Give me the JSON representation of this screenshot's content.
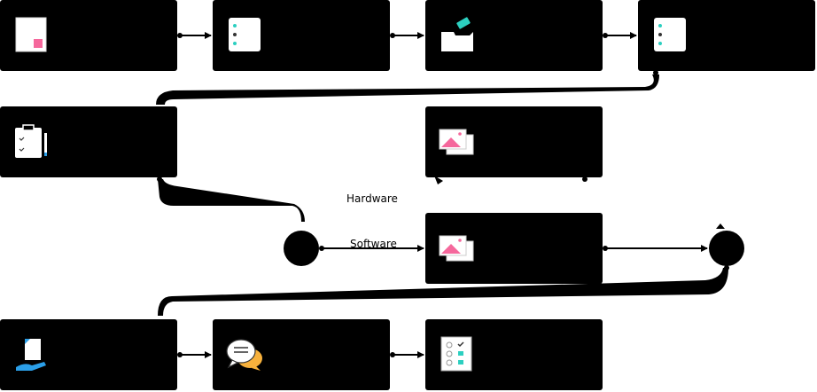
{
  "branch_labels": {
    "hardware": "Hardware",
    "software": "Software"
  },
  "colors": {
    "node_fill": "#000000",
    "accent_pink": "#f5689c",
    "accent_teal": "#2ccfc0",
    "accent_blue": "#2b9fe8",
    "accent_orange": "#f7b13c"
  },
  "nodes": [
    {
      "id": "n1",
      "icon": "document-icon"
    },
    {
      "id": "n2",
      "icon": "list-icon"
    },
    {
      "id": "n3",
      "icon": "ballot-box-icon"
    },
    {
      "id": "n4",
      "icon": "list-icon"
    },
    {
      "id": "n5",
      "icon": "clipboard-checklist-icon"
    },
    {
      "id": "n6",
      "icon": "image-icon"
    },
    {
      "id": "n7",
      "icon": "image-icon"
    },
    {
      "id": "n8",
      "icon": "hand-document-icon"
    },
    {
      "id": "n9",
      "icon": "chat-bubbles-icon"
    },
    {
      "id": "n10",
      "icon": "checklist-icon"
    }
  ],
  "gates": [
    {
      "id": "g1",
      "icon": "decision-gate-icon"
    },
    {
      "id": "g2",
      "icon": "merge-gate-icon"
    }
  ]
}
